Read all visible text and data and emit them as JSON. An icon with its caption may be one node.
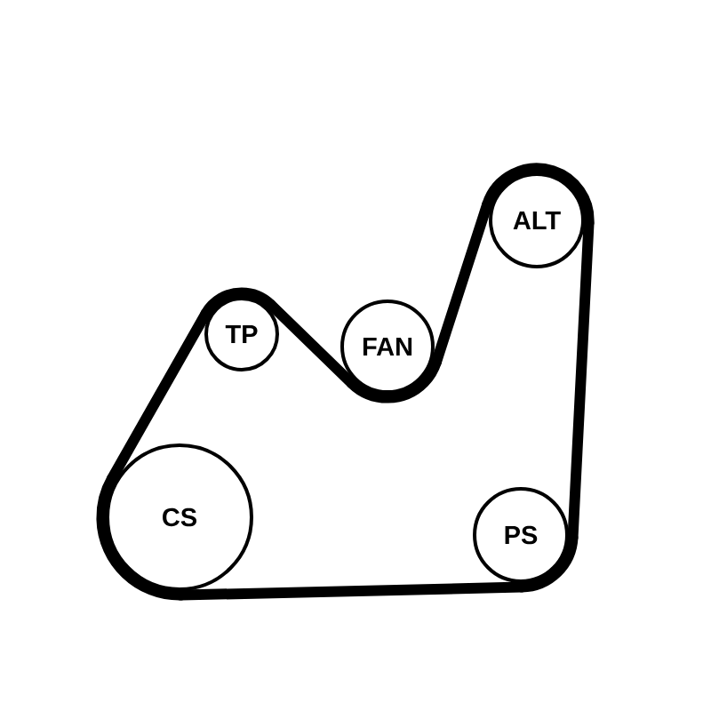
{
  "diagram": {
    "nodes": [
      {
        "text": [
          "ALT"
        ]
      },
      {
        "text": [
          "TP"
        ]
      },
      {
        "text": [
          "FAN"
        ]
      },
      {
        "text": [
          "CS"
        ]
      },
      {
        "text": [
          "PS"
        ]
      }
    ],
    "edges": [
      {
        "from": 3,
        "to": 1,
        "arrow": "none"
      },
      {
        "from": 1,
        "to": 2,
        "arrow": "none"
      },
      {
        "from": 2,
        "to": 0,
        "arrow": "none"
      },
      {
        "from": 0,
        "to": 4,
        "arrow": "none"
      },
      {
        "from": 4,
        "to": 3,
        "arrow": "none"
      }
    ]
  }
}
